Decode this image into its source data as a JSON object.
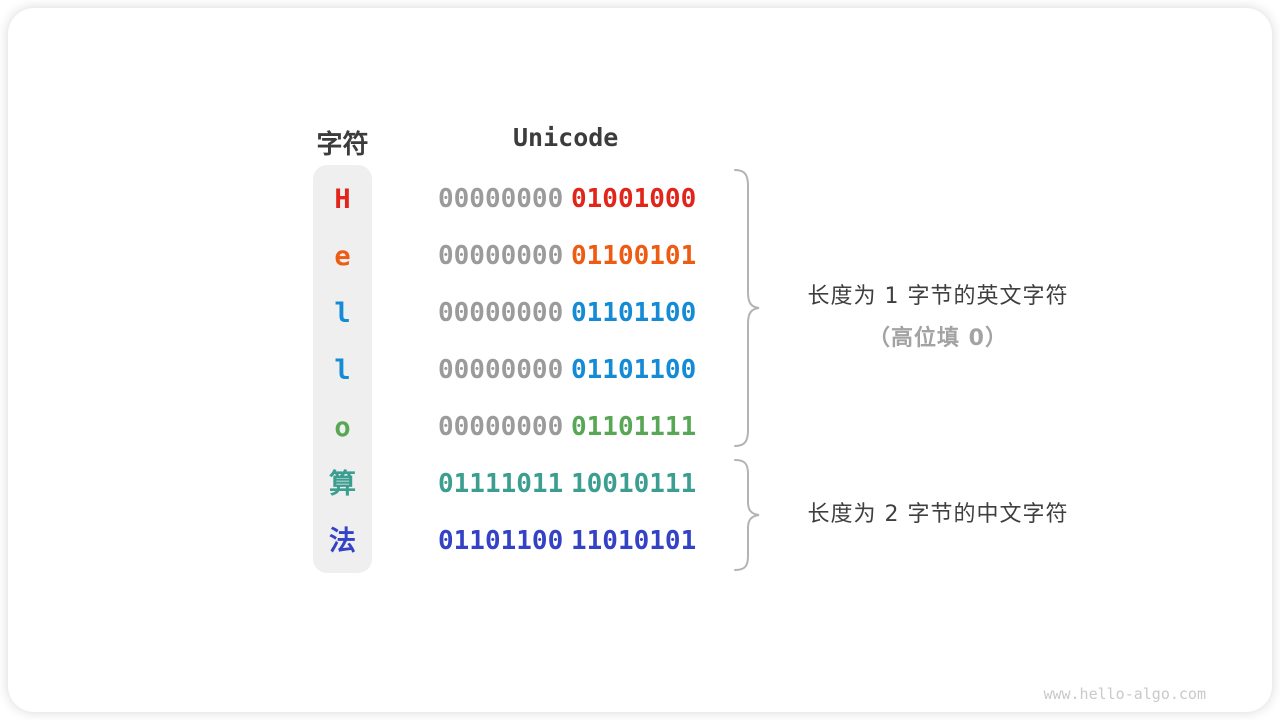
{
  "header": {
    "char_col": "字符",
    "unicode_col": "Unicode"
  },
  "rows": [
    {
      "char": "H",
      "char_color": "#e1251b",
      "byte1": "00000000",
      "byte1_color": "#9b9b9b",
      "byte2": "01001000",
      "byte2_color": "#e1251b"
    },
    {
      "char": "e",
      "char_color": "#ee5b12",
      "byte1": "00000000",
      "byte1_color": "#9b9b9b",
      "byte2": "01100101",
      "byte2_color": "#ee5b12"
    },
    {
      "char": "l",
      "char_color": "#168bd5",
      "byte1": "00000000",
      "byte1_color": "#9b9b9b",
      "byte2": "01101100",
      "byte2_color": "#168bd5"
    },
    {
      "char": "l",
      "char_color": "#168bd5",
      "byte1": "00000000",
      "byte1_color": "#9b9b9b",
      "byte2": "01101100",
      "byte2_color": "#168bd5"
    },
    {
      "char": "o",
      "char_color": "#57a755",
      "byte1": "00000000",
      "byte1_color": "#9b9b9b",
      "byte2": "01101111",
      "byte2_color": "#57a755"
    },
    {
      "char": "算",
      "char_color": "#3c9e90",
      "byte1": "01111011",
      "byte1_color": "#3c9e90",
      "byte2": "10010111",
      "byte2_color": "#3c9e90"
    },
    {
      "char": "法",
      "char_color": "#3442c6",
      "byte1": "01101100",
      "byte1_color": "#3442c6",
      "byte2": "11010101",
      "byte2_color": "#3442c6"
    }
  ],
  "annotations": {
    "english": {
      "line1": "长度为 1 字节的英文字符",
      "line2": "（高位填 0）"
    },
    "chinese": {
      "line1": "长度为 2 字节的中文字符"
    }
  },
  "watermark": "www.hello-algo.com",
  "colors": {
    "gray_byte": "#9b9b9b",
    "dark_text": "#3c3c3c",
    "annotation_gray": "#a3a3a3",
    "char_column_bg": "#efefef",
    "brace": "#b3b3b3",
    "watermark": "#c9c9c9"
  }
}
